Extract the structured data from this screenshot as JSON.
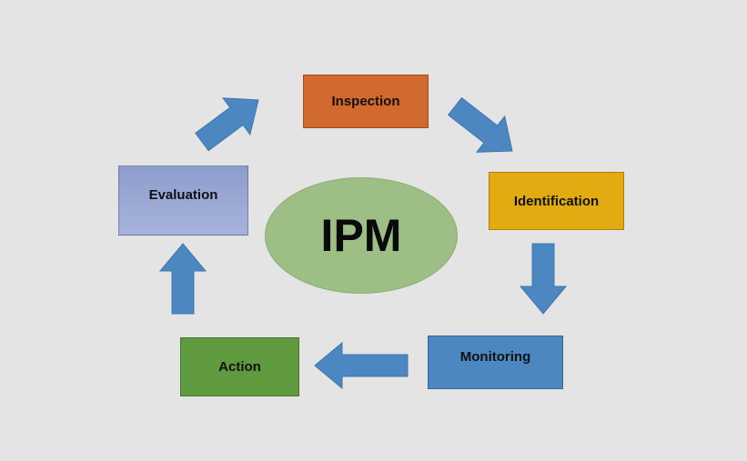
{
  "center": {
    "label": "IPM",
    "color": "#9dbf85"
  },
  "steps": [
    {
      "label": "Inspection",
      "color": "#d2692f"
    },
    {
      "label": "Identification",
      "color": "#e2ab12"
    },
    {
      "label": "Monitoring",
      "color": "#4d87c1"
    },
    {
      "label": "Action",
      "color": "#5f9a3e"
    },
    {
      "label": "Evaluation",
      "color": "#8d9dcc"
    }
  ],
  "arrow_color": "#4d87c1"
}
